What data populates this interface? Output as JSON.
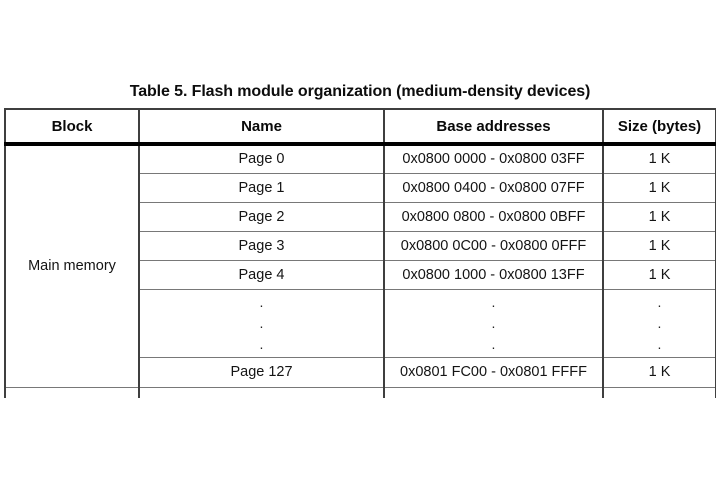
{
  "page": {
    "title": "Table 5. Flash module organization (medium-density devices)"
  },
  "table": {
    "columns": [
      "Block",
      "Name",
      "Base addresses",
      "Size (bytes)"
    ],
    "block_label": "Main memory",
    "rows": [
      {
        "name": "Page 0",
        "base_addresses": "0x0800 0000 - 0x0800 03FF",
        "size": "1 K"
      },
      {
        "name": "Page 1",
        "base_addresses": "0x0800 0400 - 0x0800 07FF",
        "size": "1 K"
      },
      {
        "name": "Page 2",
        "base_addresses": "0x0800 0800 - 0x0800 0BFF",
        "size": "1 K"
      },
      {
        "name": "Page 3",
        "base_addresses": "0x0800 0C00 - 0x0800 0FFF",
        "size": "1 K"
      },
      {
        "name": "Page 4",
        "base_addresses": "0x0800 1000 - 0x0800 13FF",
        "size": "1 K"
      }
    ],
    "ellipsis": {
      "dot": "."
    },
    "last_row": {
      "name": "Page 127",
      "base_addresses": "0x0801 FC00 - 0x0801 FFFF",
      "size": "1 K"
    }
  },
  "colors": {
    "background": "#ffffff",
    "text": "#0d0d0d",
    "frame_border": "#3f3f3f",
    "row_divider": "#787878",
    "header_divider": "#000000"
  }
}
